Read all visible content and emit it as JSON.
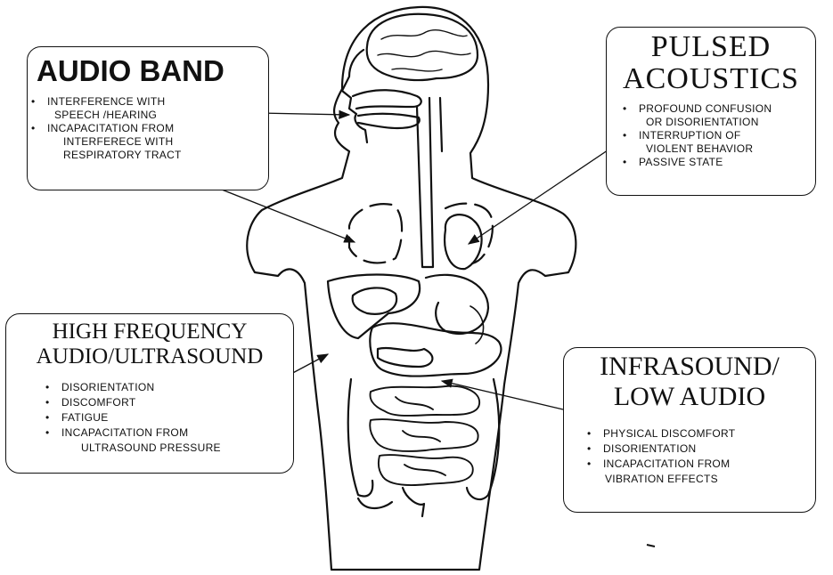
{
  "panels": {
    "audio_band": {
      "title": "AUDIO BAND",
      "items": [
        {
          "line1": "INTERFERENCE WITH",
          "line2": "SPEECH /HEARING"
        },
        {
          "line1": "INCAPACITATION FROM",
          "line2": "INTERFERECE WITH",
          "line3": "RESPIRATORY TRACT"
        }
      ]
    },
    "pulsed_acoustics": {
      "title_line1": "PULSED",
      "title_line2": "ACOUSTICS",
      "items": [
        {
          "line1": "PROFOUND CONFUSION",
          "line2": "OR DISORIENTATION"
        },
        {
          "line1": "INTERRUPTION OF",
          "line2": "VIOLENT BEHAVIOR"
        },
        {
          "line1": "PASSIVE STATE"
        }
      ]
    },
    "high_frequency": {
      "title_line1": "HIGH FREQUENCY",
      "title_line2": "AUDIO/ULTRASOUND",
      "items": [
        {
          "line1": "DISORIENTATION"
        },
        {
          "line1": "DISCOMFORT"
        },
        {
          "line1": "FATIGUE"
        },
        {
          "line1": "INCAPACITATION FROM",
          "line2": "ULTRASOUND PRESSURE"
        }
      ]
    },
    "infrasound": {
      "title_line1": "INFRASOUND/",
      "title_line2": "LOW AUDIO",
      "items": [
        {
          "line1": "PHYSICAL DISCOMFORT"
        },
        {
          "line1": "DISORIENTATION"
        },
        {
          "line1": "INCAPACITATION FROM",
          "line2": "VIBRATION EFFECTS"
        }
      ]
    }
  },
  "colors": {
    "ink": "#111111",
    "background": "#ffffff"
  }
}
